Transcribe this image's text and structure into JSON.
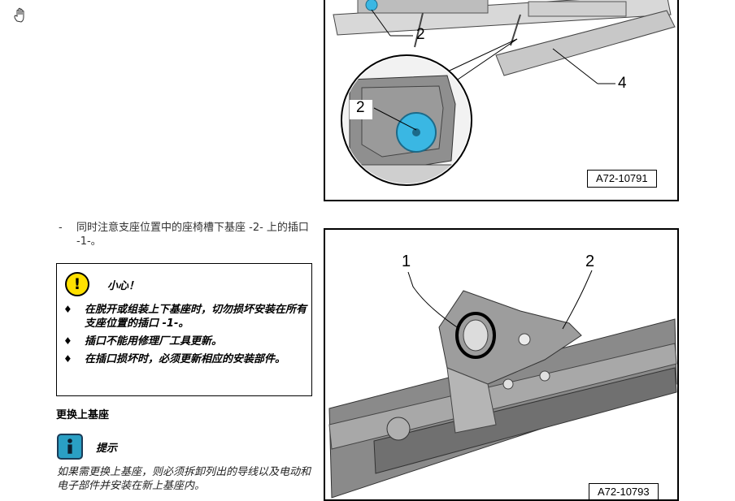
{
  "step_icon": "hand-icon",
  "figure_top": {
    "id_label": "A72-10791",
    "callouts": [
      "2",
      "2",
      "4"
    ]
  },
  "figure_bottom": {
    "id_label": "A72-10793",
    "callouts": [
      "1",
      "2"
    ]
  },
  "bullet_note": {
    "dash": "-",
    "text": "同时注意支座位置中的座椅槽下基座 -2- 上的插口 -1-。"
  },
  "caution": {
    "icon": "caution-icon",
    "icon_glyph": "!",
    "title": "小心！",
    "bullet_glyph": "♦",
    "items": [
      "在脱开或组装上下基座时，切勿损坏安装在所有支座位置的插口 -1-。",
      "插口不能用修理厂工具更新。",
      "在插口损坏时，必须更新相应的安装部件。"
    ]
  },
  "section_heading": "更换上基座",
  "hint": {
    "icon": "info-icon",
    "title": "提示",
    "text": "如果需更换上基座，则必须拆卸列出的导线以及电动和电子部件并安装在新上基座内。"
  }
}
